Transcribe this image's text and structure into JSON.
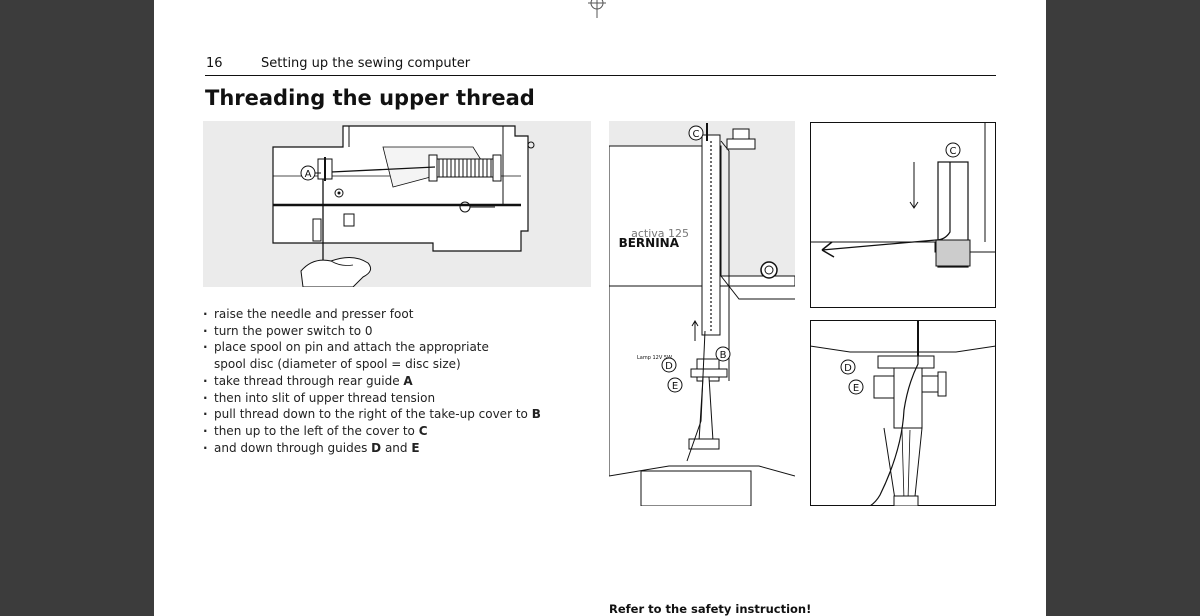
{
  "page": {
    "number": "16",
    "header_title": "Setting up the sewing computer",
    "title": "Threading the upper thread"
  },
  "instructions": [
    {
      "text": "raise the needle and presser foot"
    },
    {
      "text": "turn the power switch to 0"
    },
    {
      "text": "place spool on pin and attach the appropriate",
      "cont": "spool disc (diameter of spool = disc size)"
    },
    {
      "text": "take thread through rear guide ",
      "bold": "A"
    },
    {
      "text": "then into slit of upper thread tension"
    },
    {
      "text": "pull thread down to the right of the take-up cover to ",
      "bold": "B"
    },
    {
      "text": "then up to the left of the cover to ",
      "bold": "C"
    },
    {
      "text": "and down through guides ",
      "bold": "D",
      "mid": " and ",
      "bold2": "E"
    }
  ],
  "figure_labels": {
    "guide_a": "A",
    "guide_b": "B",
    "guide_c": "C",
    "guide_d": "D",
    "guide_e": "E",
    "brand": "BERNINA",
    "model": "activa 125",
    "lamp_text": "Lamp 12V 5W"
  },
  "footer": "Refer to the safety instruction!",
  "colors": {
    "viewer_bg": "#3c3c3c",
    "page_bg": "#ffffff",
    "figure_bg": "#ebebeb",
    "ink": "#111111"
  }
}
